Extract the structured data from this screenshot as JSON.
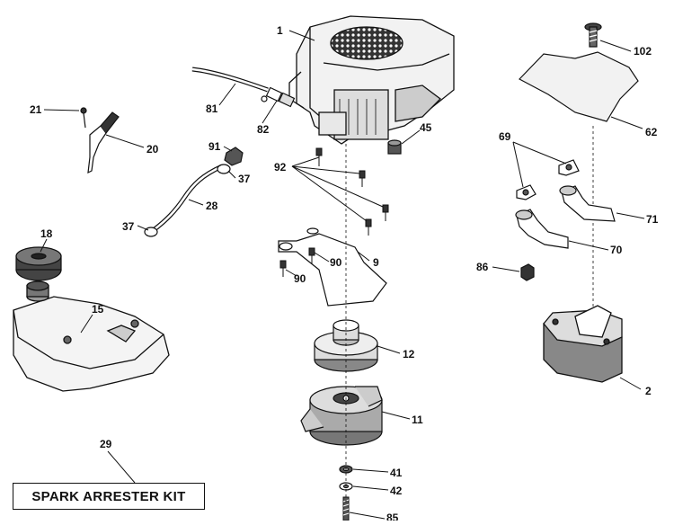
{
  "diagram": {
    "callouts": [
      {
        "id": "1",
        "label": "1"
      },
      {
        "id": "102",
        "label": "102"
      },
      {
        "id": "81",
        "label": "81"
      },
      {
        "id": "82",
        "label": "82"
      },
      {
        "id": "21",
        "label": "21"
      },
      {
        "id": "20",
        "label": "20"
      },
      {
        "id": "45",
        "label": "45"
      },
      {
        "id": "62",
        "label": "62"
      },
      {
        "id": "69",
        "label": "69"
      },
      {
        "id": "91",
        "label": "91"
      },
      {
        "id": "92",
        "label": "92"
      },
      {
        "id": "37a",
        "label": "37"
      },
      {
        "id": "28",
        "label": "28"
      },
      {
        "id": "37b",
        "label": "37"
      },
      {
        "id": "18",
        "label": "18"
      },
      {
        "id": "90a",
        "label": "90"
      },
      {
        "id": "9",
        "label": "9"
      },
      {
        "id": "90b",
        "label": "90"
      },
      {
        "id": "71",
        "label": "71"
      },
      {
        "id": "70",
        "label": "70"
      },
      {
        "id": "86",
        "label": "86"
      },
      {
        "id": "15",
        "label": "15"
      },
      {
        "id": "12",
        "label": "12"
      },
      {
        "id": "2",
        "label": "2"
      },
      {
        "id": "11",
        "label": "11"
      },
      {
        "id": "29",
        "label": "29"
      },
      {
        "id": "41",
        "label": "41"
      },
      {
        "id": "42",
        "label": "42"
      },
      {
        "id": "85",
        "label": "85"
      }
    ],
    "kit_label": "SPARK ARRESTER KIT"
  }
}
